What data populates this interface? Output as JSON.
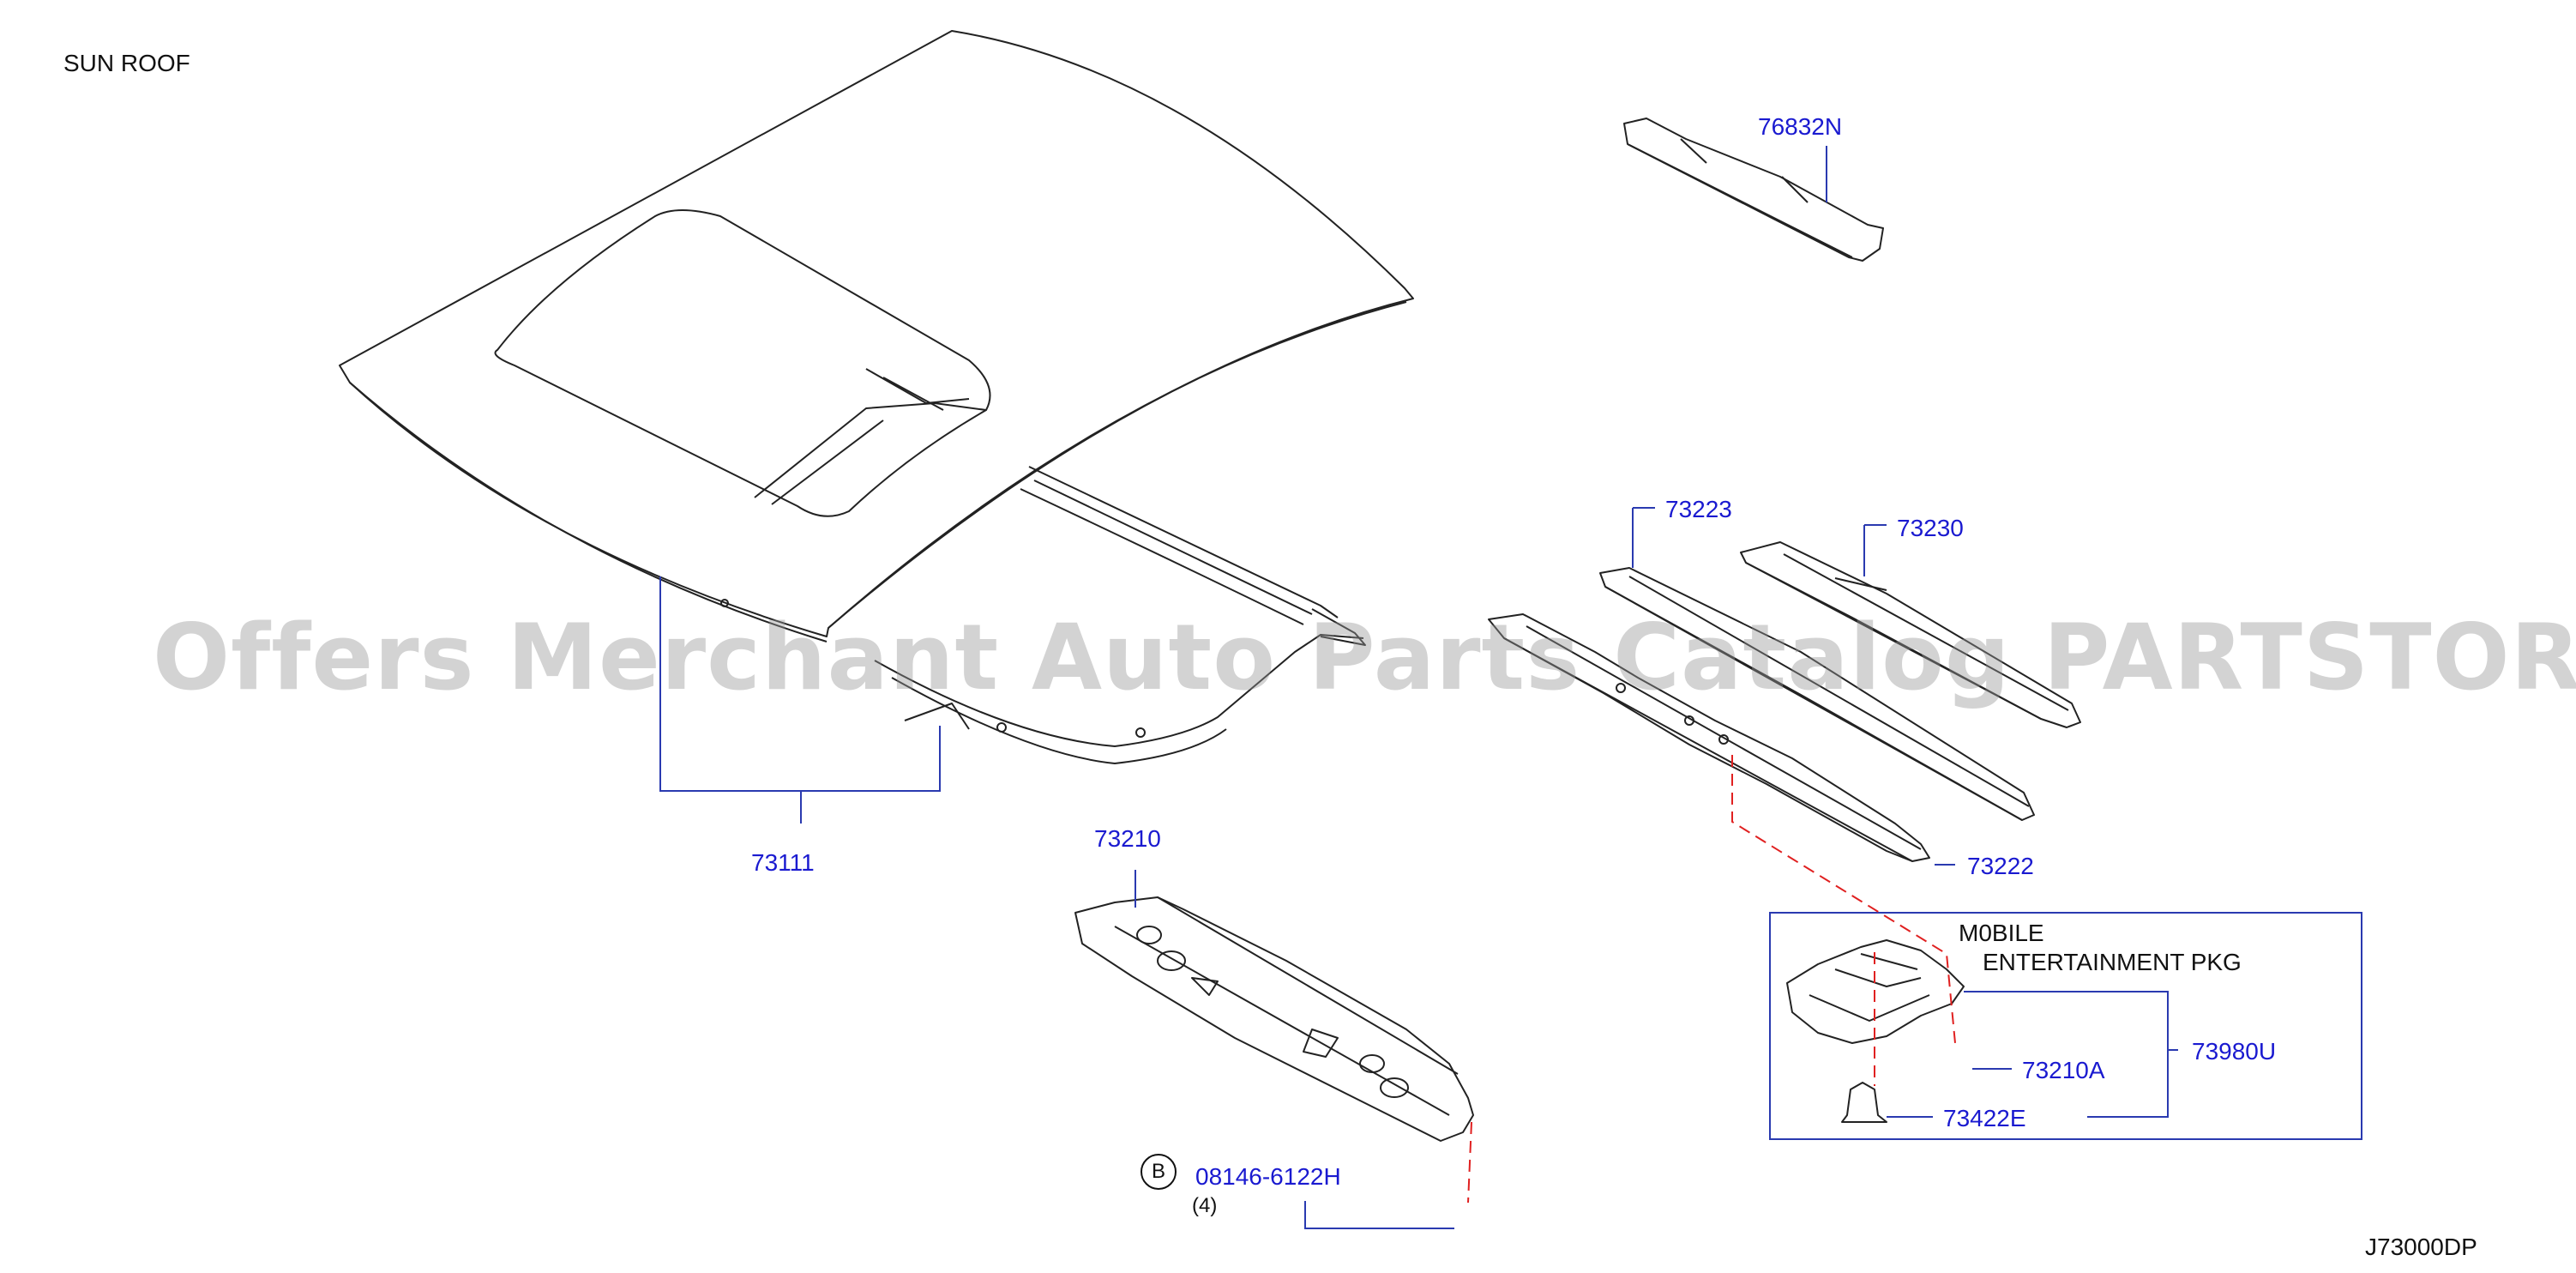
{
  "title": "SUN  ROOF",
  "diagram_code": "J73000DP",
  "watermark": "Offers Merchant Auto Parts Catalog PARTSTORE.SA",
  "parts": {
    "p76832N": "76832N",
    "p73223": "73223",
    "p73230": "73230",
    "p73111": "73111",
    "p73222": "73222",
    "p73210": "73210",
    "p73210A": "73210A",
    "p73980U": "73980U",
    "p73422E": "73422E",
    "p08146": "08146-6122H"
  },
  "bolt_ref": "B",
  "bolt_qty": "(4)",
  "inset": {
    "line1": "M0BILE",
    "line2": "ENTERTAINMENT   PKG"
  },
  "colors": {
    "label_blue": "#1a1ad0",
    "leader_blue": "#2a3ab0",
    "dash_red": "#e02020",
    "outline": "#222222"
  }
}
